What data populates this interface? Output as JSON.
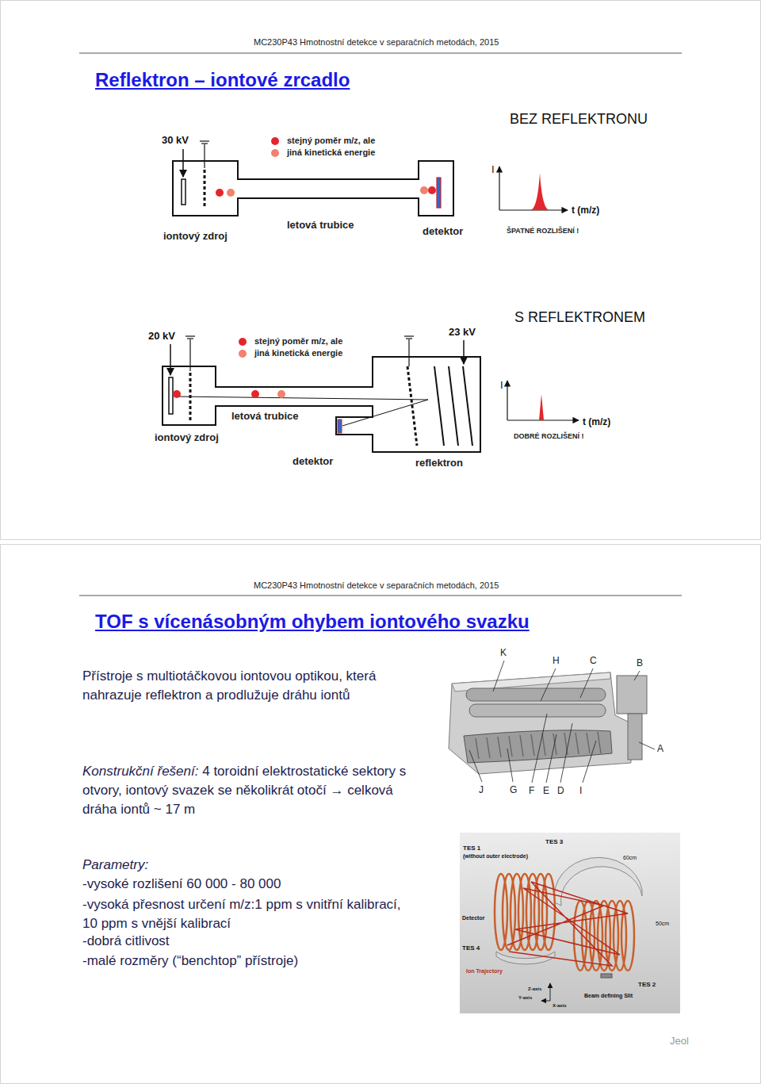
{
  "diagram": {
    "title": "Reflektron – iontové zrcadlo",
    "labels": [
      "MC230P43 Hmotnostní detekce v separačních metodách, 2015",
      "BEZ REFLEKTRONU",
      "30 kV",
      "I",
      "t (m/z)",
      "ŠPATNÉ ROZLIŠENÍ !",
      "letová trubice",
      "detektor",
      "iontový zdroj",
      "S REFLEKTRONEM",
      "23 kV",
      "20 kV",
      "I",
      "letová trubice",
      "t (m/z)",
      "DOBRÉ ROZLIŠENÍ !",
      "iontový zdroj",
      "detektor",
      "reflektron",
      "MC230P43 Hmotnostní detekce v separačních metodách, 2015",
      "TOF s vícenásobným ohybem iontového svazku",
      "Přístroje s multiotáčkovou iontovou optikou, která nahrazuje reflektron a prodlužuje dráhu iontů",
      "Konstrukční řešení:",
      "4 toroidní elektrostatické sektory s otvory, iontový svazek se několikrát otočí → celková dráha iontů ~ 17 m",
      "Parametry:",
      "-vysoké rozlišení 60 000 - 80 000",
      "-vysoká přesnost určení m/z:1 ppm s vnitřní kalibrací, 10 ppm s vnější kalibrací",
      "-dobrá citlivost",
      "-malé rozměry (“benchtop” přístroje)",
      "K",
      "H",
      "C",
      "B",
      "A",
      "J",
      "G",
      "F",
      "E",
      "D",
      "I",
      "TES 1",
      "(without outer electrode)",
      "TES 3",
      "60cm",
      "Detector",
      "50cm",
      "TES 4",
      "Ion Trajectory",
      "TES 2",
      "Z-axis",
      "Beam defining Slit",
      "Y-axis",
      "X-axis",
      "Jeol"
    ],
    "legend": [
      {
        "text": "stejný poměr m/z, ale",
        "color": "#e3262d"
      },
      {
        "text": "jiná kinetická energie",
        "color": "#f0826e"
      },
      {
        "text": "stejný poměr m/z, ale",
        "color": "#e3262d"
      },
      {
        "text": "jiná kinetická energie",
        "color": "#f0826e"
      }
    ]
  }
}
